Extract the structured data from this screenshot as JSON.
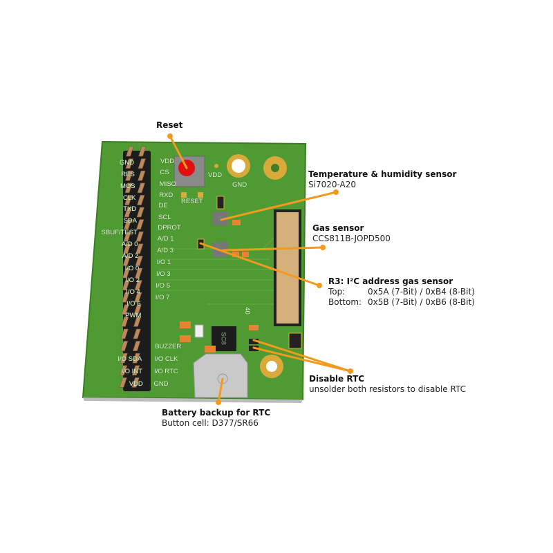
{
  "board": {
    "header_left_labels": [
      "GND",
      "RES",
      "MOS",
      "CLK",
      "TXD",
      "SDA",
      "SBUF/TEST",
      "A/D 0",
      "A/D 2",
      "I/O 0",
      "I/O 2",
      "I/O 4",
      "I/O 6",
      "PWM",
      "I/O SDA",
      "I/O INT",
      "VDD"
    ],
    "header_right_labels": [
      "VDD",
      "CS",
      "MISO",
      "RXD",
      "DE",
      "SCL",
      "DPROT",
      "A/D 1",
      "A/D 3",
      "I/O 1",
      "I/O 3",
      "I/O 5",
      "I/O 7",
      "BUZZER",
      "I/O CLK",
      "I/O RTC",
      "GND"
    ],
    "reset_label": "RESET",
    "vdd_label": "VDD",
    "gnd_label": "GND",
    "ic_label": "SC8",
    "connector_label": "40"
  },
  "annotations": {
    "reset": {
      "title": "Reset"
    },
    "temp": {
      "title": "Temperature & humidity sensor",
      "sub": "Si7020-A20"
    },
    "gas": {
      "title": "Gas sensor",
      "sub": "CCS811B-JOPD500"
    },
    "r3": {
      "title": "R3: I²C address gas sensor",
      "top_label": "Top:",
      "top_value": "0x5A (7-Bit) / 0xB4 (8-Bit)",
      "bottom_label": "Bottom:",
      "bottom_value": "0x5B (7-Bit) / 0xB6 (8-Bit)"
    },
    "rtc": {
      "title": "Disable RTC",
      "sub": "unsolder both resistors to disable RTC"
    },
    "battery": {
      "title": "Battery backup for RTC",
      "sub": "Button cell: D377/SR66"
    }
  },
  "colors": {
    "pcb": "#4f9a32",
    "leader": "#f39a1e",
    "header": "#1c1c1c",
    "pin": "#b98a5e"
  }
}
